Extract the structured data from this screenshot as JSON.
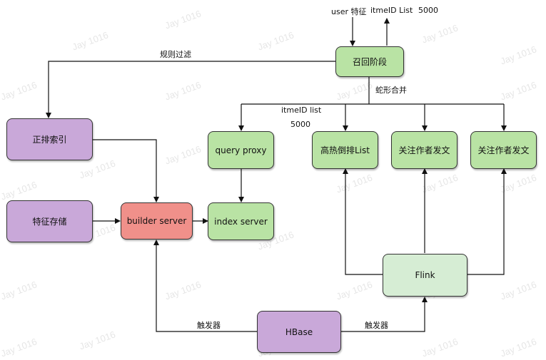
{
  "watermark": "Jay 1016",
  "nodes": {
    "recall_stage": "召回阶段",
    "forward_index": "正排索引",
    "feature_store": "特征存储",
    "builder_server": "builder server",
    "query_proxy": "query proxy",
    "index_server": "index server",
    "hot_inverted_list": "高热倒排List",
    "follow_author_post_1": "关注作者发文",
    "follow_author_post_2": "关注作者发文",
    "flink": "Flink",
    "hbase": "HBase"
  },
  "labels": {
    "user_features": "user 特征",
    "itemid_list_top": "itmeID List",
    "top_count": "5000",
    "rule_filter": "规则过滤",
    "snake_merge": "蛇形合并",
    "itemid_list_mid": "itmeID list",
    "mid_count": "5000",
    "trigger_left": "触发器",
    "trigger_right": "触发器"
  },
  "colors": {
    "green": "#b9e3a4",
    "purple": "#c9a8d9",
    "red": "#f0908a",
    "pale_green": "#d6edd4"
  }
}
